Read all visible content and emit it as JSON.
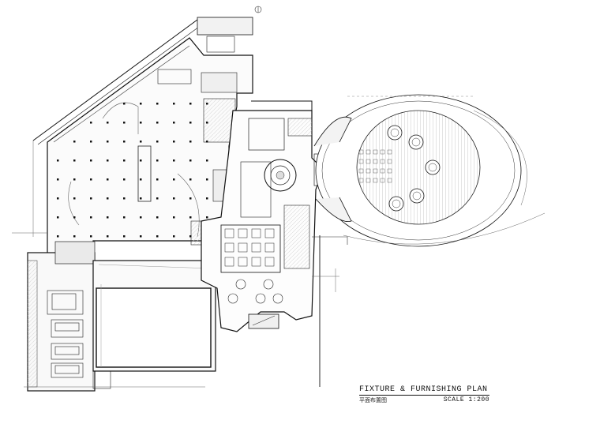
{
  "drawing": {
    "title": "FIXTURE & FURNISHING PLAN",
    "subtitle": "平面布置图",
    "scale": "SCALE 1:200"
  },
  "colors": {
    "line": "#111111",
    "hatch": "#d4d4d4",
    "stairs": "#e6e6e6",
    "paper": "#ffffff"
  },
  "icons": [
    "north-arrow",
    "column-grid",
    "stair-hatch"
  ]
}
